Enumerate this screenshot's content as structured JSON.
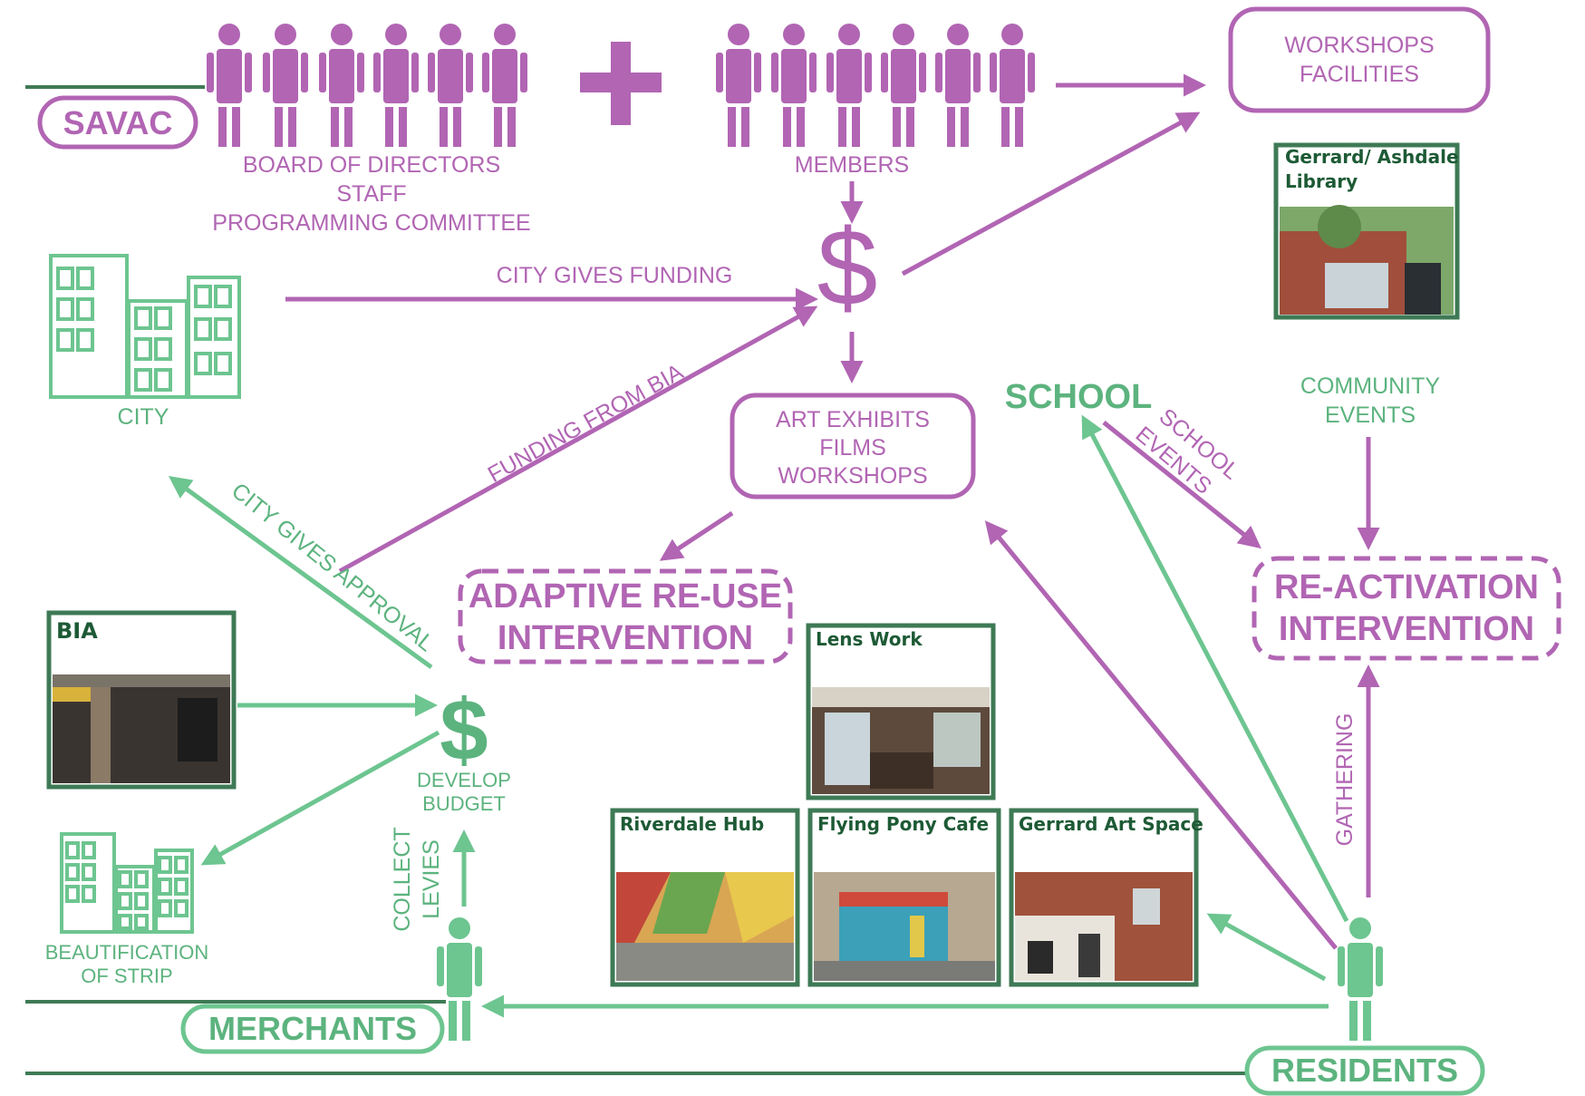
{
  "colors": {
    "purple": "#b165b3",
    "green": "#6dc590",
    "dark_green": "#3e7a55"
  },
  "savac": {
    "badge": "SAVAC",
    "group_board": [
      "BOARD OF DIRECTORS",
      "STAFF",
      "PROGRAMMING COMMITTEE"
    ],
    "members_label": "MEMBERS",
    "plus_icon": "plus-icon",
    "people_icon": "person-icon"
  },
  "workshops_box": [
    "WORKSHOPS",
    "FACILITIES"
  ],
  "library": {
    "title": [
      "Gerrard/ Ashdale",
      "Library"
    ],
    "photo_icon": "library-photo"
  },
  "community_events": [
    "COMMUNITY",
    "EVENTS"
  ],
  "city": {
    "label": "CITY",
    "icon": "buildings-icon"
  },
  "flows": {
    "city_funding": "CITY GIVES FUNDING",
    "bia_funding": "FUNDING FROM BIA",
    "city_approval": "CITY GIVES APPROVAL",
    "school_events": [
      "SCHOOL",
      "EVENTS"
    ],
    "collect_levies": [
      "COLLECT",
      "LEVIES"
    ],
    "gathering": "GATHERING"
  },
  "dollar_sign": "$",
  "art_box": [
    "ART EXHIBITS",
    "FILMS",
    "WORKSHOPS"
  ],
  "school": "SCHOOL",
  "adaptive": [
    "ADAPTIVE RE-USE",
    "INTERVENTION"
  ],
  "reactivation": [
    "RE-ACTIVATION",
    "INTERVENTION"
  ],
  "bia": {
    "title": "BIA",
    "photo_icon": "storefront-photo"
  },
  "develop_budget": [
    "DEVELOP",
    "BUDGET"
  ],
  "beautification": [
    "BEAUTIFICATION",
    "OF STRIP"
  ],
  "venues": [
    {
      "name": "Lens Work"
    },
    {
      "name": "Riverdale Hub"
    },
    {
      "name": "Flying Pony Cafe"
    },
    {
      "name": "Gerrard Art Space"
    }
  ],
  "merchants": "MERCHANTS",
  "residents": "RESIDENTS"
}
